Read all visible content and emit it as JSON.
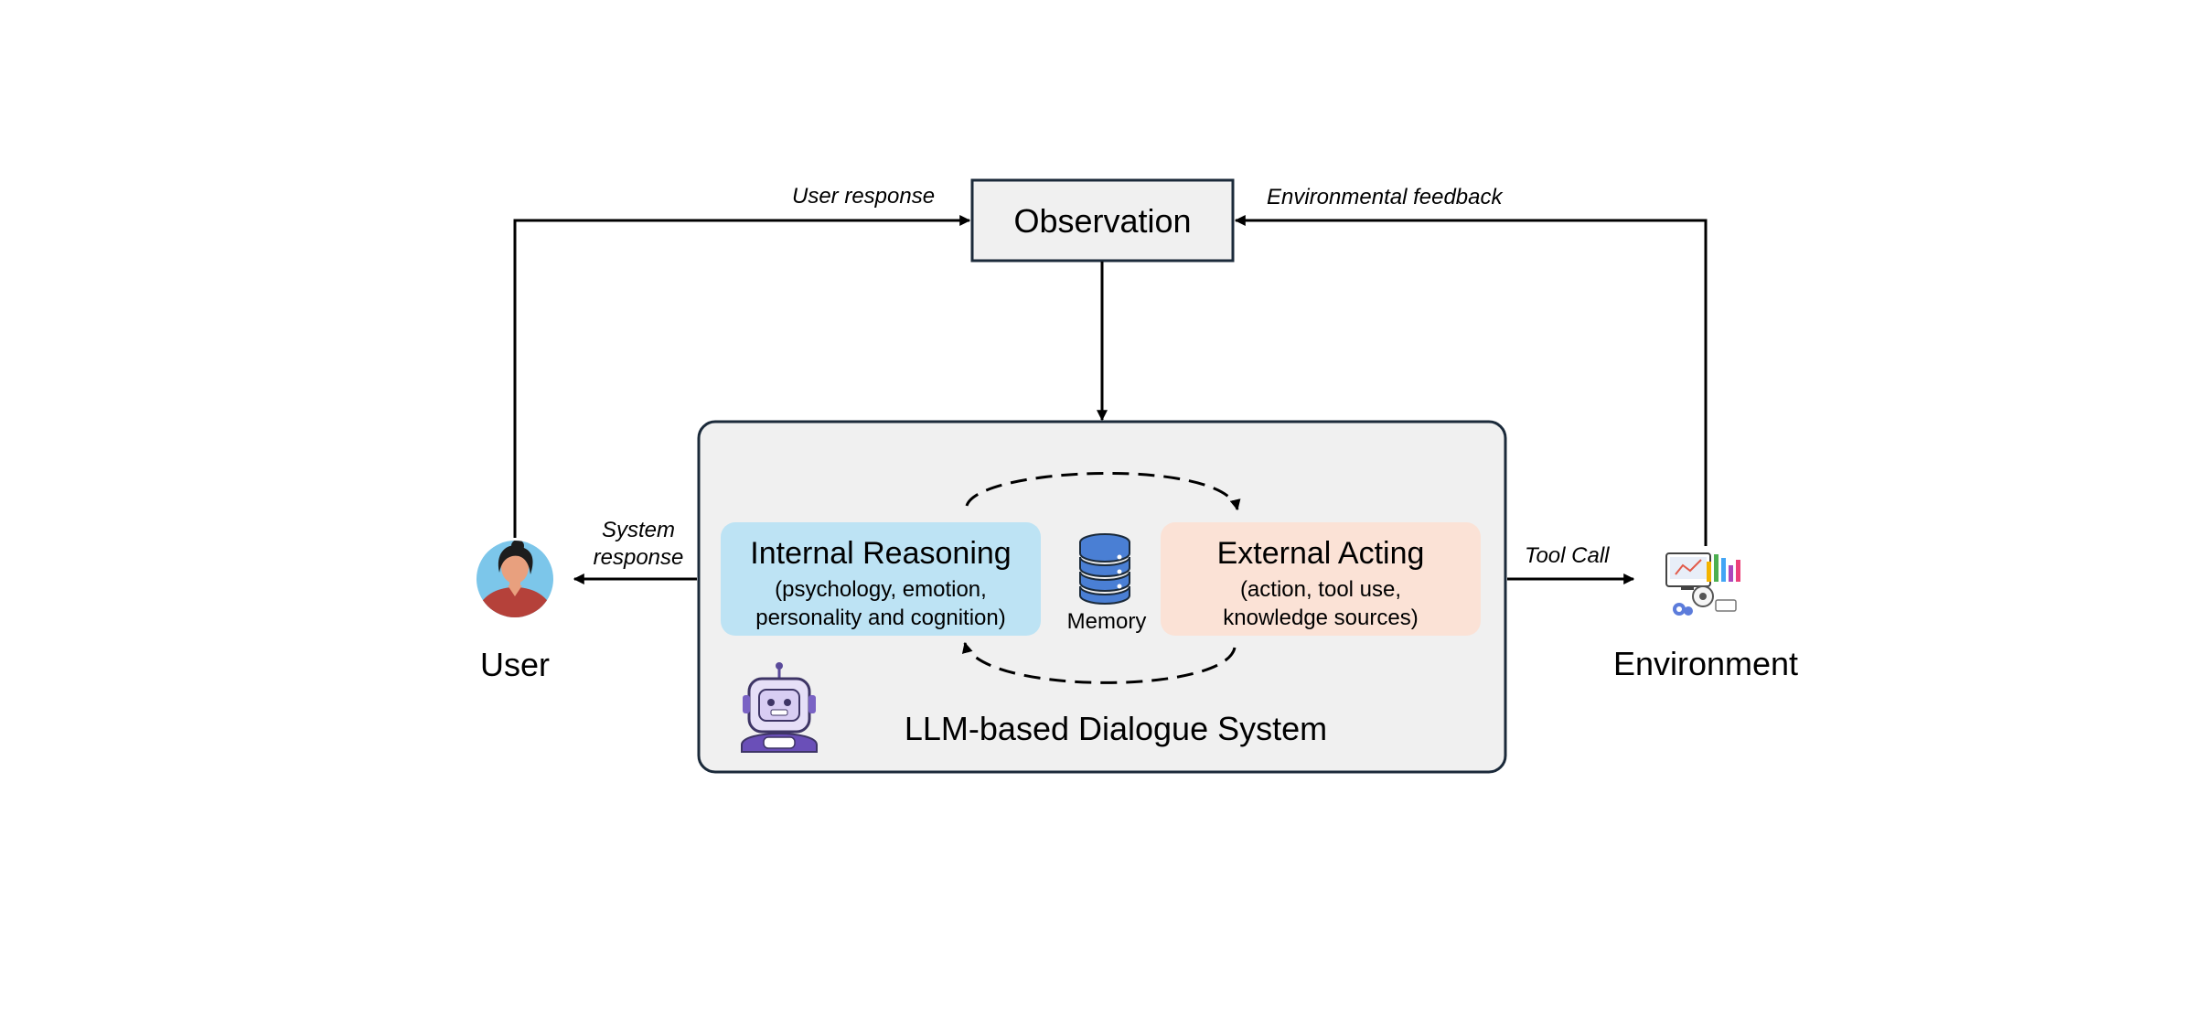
{
  "observation": {
    "label": "Observation"
  },
  "edges": {
    "user_response": "User response",
    "environmental_feedback": "Environmental feedback",
    "system_response": [
      "System",
      "response"
    ],
    "tool_call": "Tool Call"
  },
  "user": {
    "label": "User",
    "icon": "user-avatar-icon"
  },
  "environment": {
    "label": "Environment",
    "icon": "environment-dashboard-icon"
  },
  "system": {
    "label": "LLM-based Dialogue System",
    "icon": "robot-icon",
    "internal": {
      "title": "Internal Reasoning",
      "sub": [
        "(psychology, emotion,",
        "personality and cognition)"
      ]
    },
    "external": {
      "title": "External Acting",
      "sub": [
        "(action, tool use,",
        "knowledge sources)"
      ]
    },
    "memory": {
      "label": "Memory",
      "icon": "database-icon"
    }
  },
  "colors": {
    "observation_fill": "#f0f0f0",
    "system_fill": "#f0f0f0",
    "internal_fill": "#bde3f4",
    "external_fill": "#fbe2d6",
    "memory_blue": "#4a7fd4",
    "stroke": "#1b2a3a"
  }
}
